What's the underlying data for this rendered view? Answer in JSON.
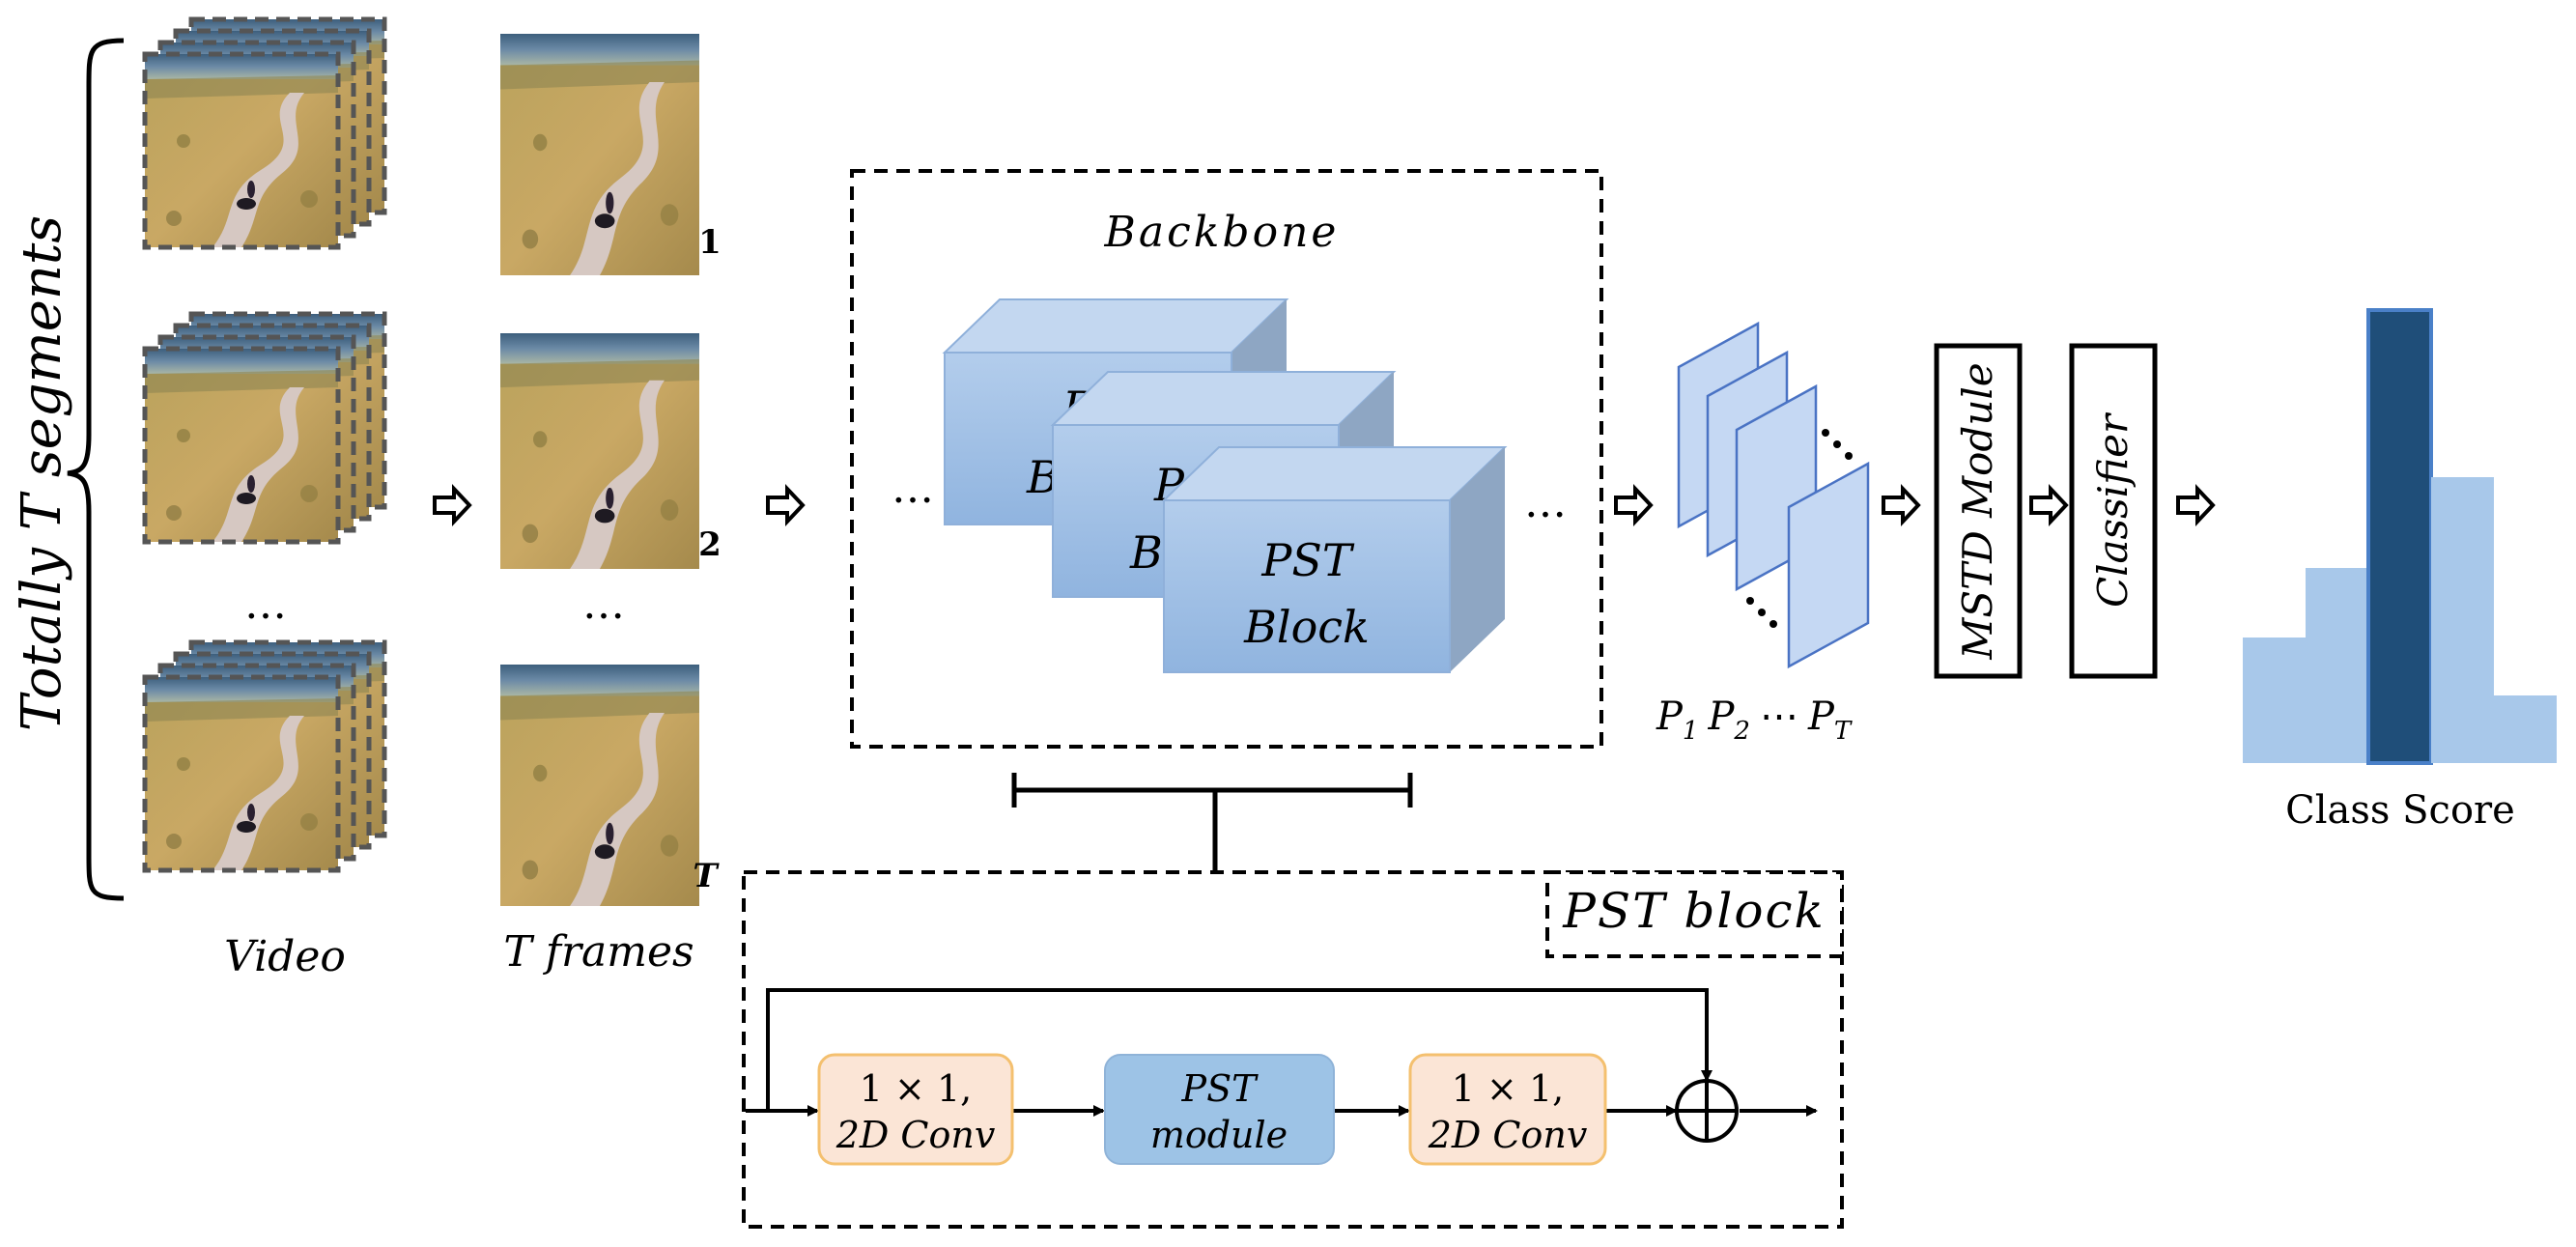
{
  "left_brace_label": "Totally T  segments",
  "video_label": "Video",
  "frames_label": "T frames",
  "video_ellipsis": "…",
  "frames_ellipsis": "…",
  "frame_numbers": [
    "1",
    "2",
    "T"
  ],
  "backbone": {
    "title": "Backbone",
    "block_line1": "PST",
    "block_line2": "Block",
    "partial_line1": "P",
    "partial_line2": "B",
    "ellipsis_left": "…",
    "ellipsis_right": "…"
  },
  "features": {
    "label_p1": "P",
    "sub1": "1",
    "label_p2": "P",
    "sub2": "2",
    "dots": "⋯",
    "label_pt": "P",
    "subt": "T"
  },
  "mstd_label": "MSTD Module",
  "classifier_label": "Classifier",
  "class_score_label": "Class Score",
  "pst_block": {
    "title": "PST block",
    "conv1_line1": "1 × 1,",
    "conv1_line2": "2D Conv",
    "module_line1": "PST",
    "module_line2": "module",
    "conv2_line1": "1 × 1,",
    "conv2_line2": "2D Conv"
  },
  "colors": {
    "block_front": "#9cbde3",
    "block_top": "#bed3ee",
    "block_side": "#8ca3bf",
    "feature_map": "#c5d8f3",
    "bar_light": "#a8c8ea",
    "bar_highlight": "#1f4e79",
    "conv_fill": "#fbe5d6",
    "conv_stroke": "#f4c06f",
    "module_fill": "#9dc3e6"
  }
}
